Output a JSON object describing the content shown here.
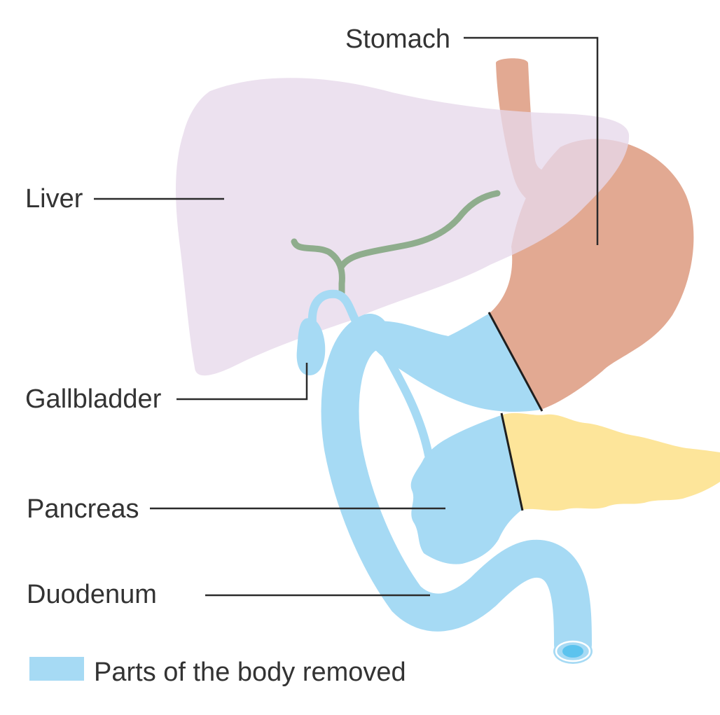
{
  "labels": {
    "stomach": "Stomach",
    "liver": "Liver",
    "gallbladder": "Gallbladder",
    "pancreas": "Pancreas",
    "duodenum": "Duodenum"
  },
  "legend": {
    "text": "Parts of the body removed",
    "color": "#a6daf4"
  },
  "colors": {
    "liver": "#e7d9ea",
    "stomach": "#e2a992",
    "esophagus": "#e2a992",
    "removed": "#a6daf4",
    "removed_inner": "#5cc3ee",
    "pancreas_remaining": "#fde59a",
    "bile_duct": "#8fad8d",
    "line": "#2b2b2b",
    "text": "#333333"
  }
}
